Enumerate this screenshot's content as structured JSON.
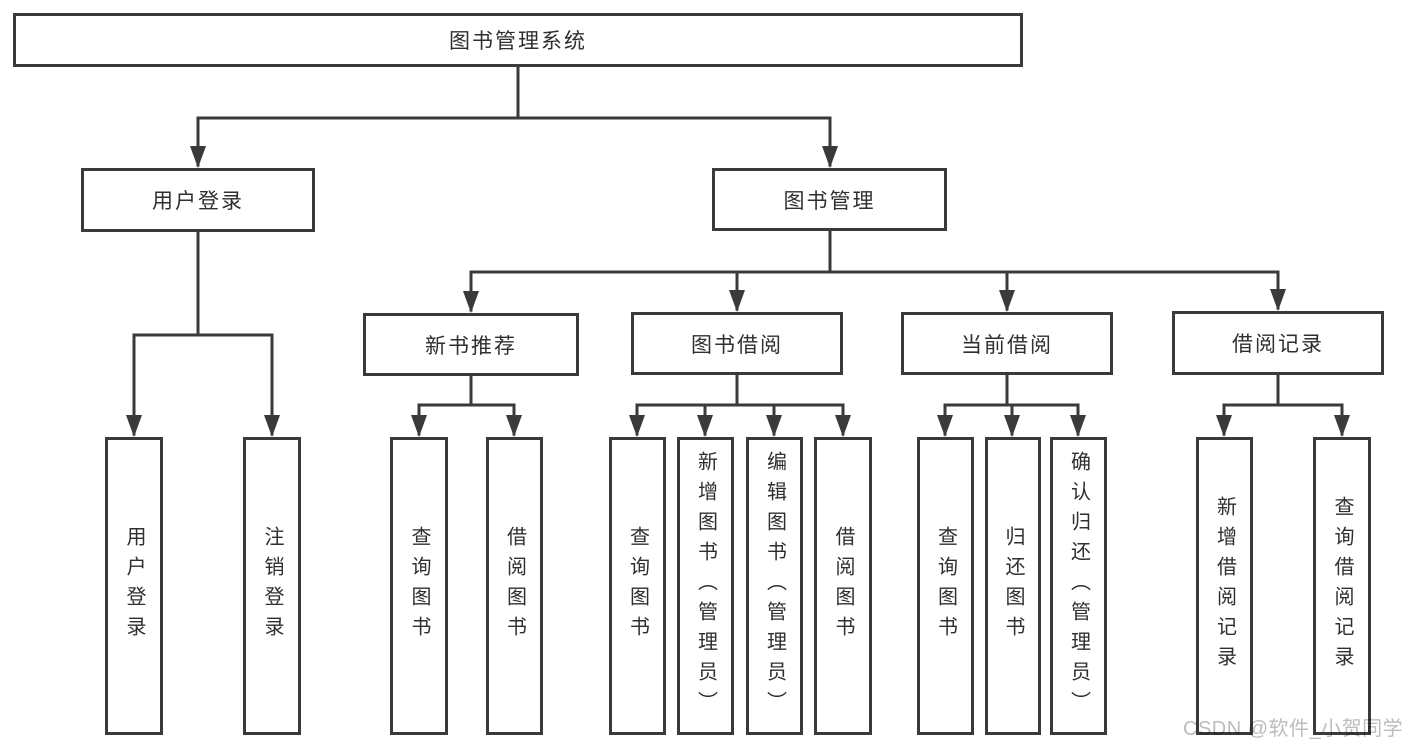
{
  "diagram": {
    "root": {
      "label": "图书管理系统"
    },
    "branches": [
      {
        "label": "用户登录",
        "children": [
          {
            "label": "用户登录"
          },
          {
            "label": "注销登录"
          }
        ]
      },
      {
        "label": "图书管理",
        "children": [
          {
            "label": "新书推荐",
            "children": [
              {
                "label": "查询图书"
              },
              {
                "label": "借阅图书"
              }
            ]
          },
          {
            "label": "图书借阅",
            "children": [
              {
                "label": "查询图书"
              },
              {
                "label": "新增图书（管理员）"
              },
              {
                "label": "编辑图书（管理员）"
              },
              {
                "label": "借阅图书"
              }
            ]
          },
          {
            "label": "当前借阅",
            "children": [
              {
                "label": "查询图书"
              },
              {
                "label": "归还图书"
              },
              {
                "label": "确认归还（管理员）"
              }
            ]
          },
          {
            "label": "借阅记录",
            "children": [
              {
                "label": "新增借阅记录"
              },
              {
                "label": "查询借阅记录"
              }
            ]
          }
        ]
      }
    ]
  },
  "watermark": {
    "text": "CSDN @软件_小贺同学"
  },
  "colors": {
    "line": "#3a3a3a",
    "text": "#2f2f2f",
    "box_fill": "#ffffff",
    "watermark": "#bcbcbc",
    "background": "#ffffff"
  }
}
